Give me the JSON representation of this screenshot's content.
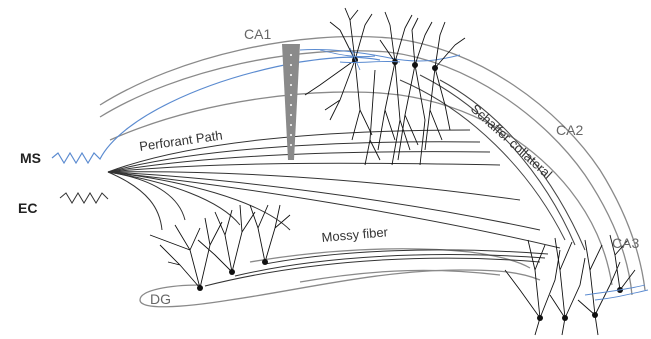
{
  "labels": {
    "ca1": "CA1",
    "ca2": "CA2",
    "ca3": "CA3",
    "dg": "DG",
    "ms": "MS",
    "ec": "EC",
    "perforant_path": "Perforant Path",
    "schaffer_collateral": "Schaffer collateral",
    "mossy_fiber": "Mossy fiber"
  },
  "colors": {
    "ms_fiber": "#5b8bd0",
    "ca_outline": "#888888",
    "axon": "#222222",
    "neuron": "#111111",
    "electrode": "#8a8a8a"
  }
}
